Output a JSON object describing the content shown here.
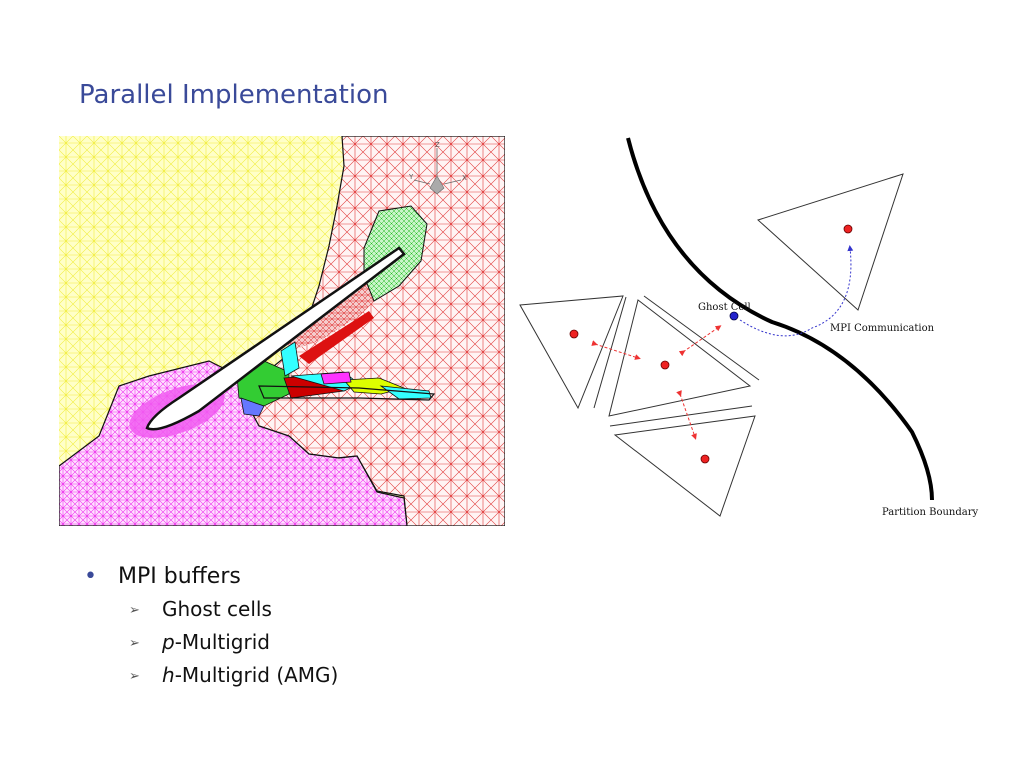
{
  "slide": {
    "title": "Parallel Implementation"
  },
  "mesh_figure": {
    "axis_labels": [
      "Z",
      "Y",
      "X"
    ],
    "partition_colors": [
      "#ffff33",
      "#ee3333",
      "#ff33ff",
      "#33cc33",
      "#33ffff",
      "#ddff00",
      "#3333ff",
      "#cc0000"
    ]
  },
  "diagram": {
    "ghost_cell_label": "Ghost Cell",
    "mpi_label": "MPI Communication",
    "boundary_label": "Partition Boundary"
  },
  "bullets": {
    "main": "MPI buffers",
    "sub": [
      {
        "prefix": "",
        "text": "Ghost cells"
      },
      {
        "prefix": "p",
        "text": "-Multigrid"
      },
      {
        "prefix": "h",
        "text": "-Multigrid (AMG)"
      }
    ]
  }
}
